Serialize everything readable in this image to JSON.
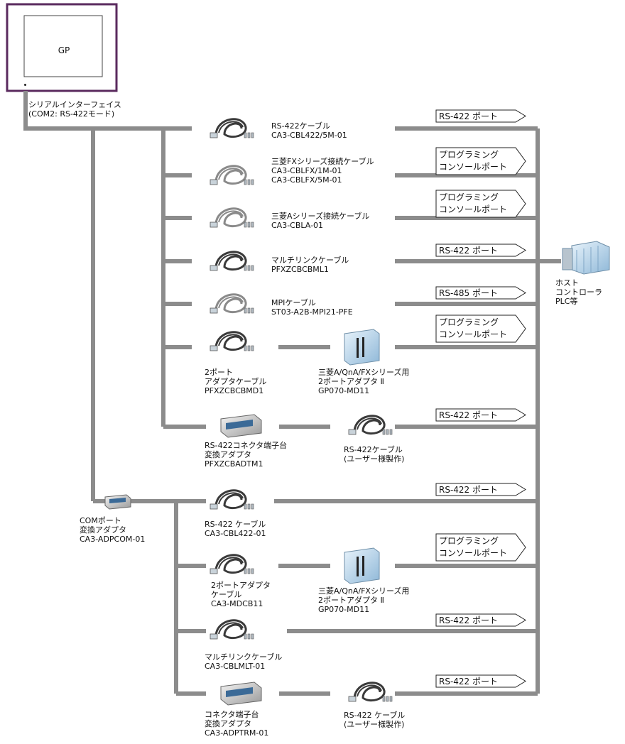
{
  "gp": {
    "label": "GP"
  },
  "interface_label": [
    "シリアルインターフェイス",
    "(COM2: RS-422モード)"
  ],
  "host": {
    "label": [
      "ホスト",
      "コントローラ",
      "PLC等"
    ]
  },
  "cables": {
    "rs422_cbl_5m": [
      "RS-422ケーブル",
      "CA3-CBL422/5M-01"
    ],
    "mitsubishi_fx": [
      "三菱FXシリーズ接続ケーブル",
      "CA3-CBLFX/1M-01",
      "CA3-CBLFX/5M-01"
    ],
    "mitsubishi_a": [
      "三菱Aシリーズ接続ケーブル",
      "CA3-CBLA-01"
    ],
    "multilink": [
      "マルチリンクケーブル",
      "PFXZCBCBML1"
    ],
    "mpi": [
      "MPIケーブル",
      "ST03-A2B-MPI21-PFE"
    ],
    "twoport_cable": [
      "2ポート",
      "アダプタケーブル",
      "PFXZCBCBMD1"
    ],
    "twoport_adapter_1": [
      "三菱A/QnA/FXシリーズ用",
      "2ポートアダプタ Ⅱ",
      "GP070-MD11"
    ],
    "rs422_terminal": [
      "RS-422コネクタ端子台",
      "変換アダプタ",
      "PFXZCBADTM1"
    ],
    "rs422_user_1": [
      "RS-422ケーブル",
      "(ユーザー様製作)"
    ],
    "com_adapter": [
      "COMポート",
      "変換アダプタ",
      "CA3-ADPCOM-01"
    ],
    "rs422_cbl_01": [
      "RS-422 ケーブル",
      "CA3-CBL422-01"
    ],
    "twoport_cable_2": [
      "2ポートアダプタ",
      "ケーブル",
      "CA3-MDCB11"
    ],
    "twoport_adapter_2": [
      "三菱A/QnA/FXシリーズ用",
      "2ポートアダプタ Ⅱ",
      "GP070-MD11"
    ],
    "multilink_2": [
      "マルチリンクケーブル",
      "CA3-CBLMLT-01"
    ],
    "terminal_adapter": [
      "コネクタ端子台",
      "変換アダプタ",
      "CA3-ADPTRM-01"
    ],
    "rs422_user_2": [
      "RS-422 ケーブル",
      "(ユーザー様製作)"
    ]
  },
  "ports": {
    "rs422": "RS-422 ポート",
    "rs485": "RS-485 ポート",
    "programming": [
      "プログラミング",
      "コンソールポート"
    ]
  },
  "colors": {
    "line": "#8c8c8c",
    "gp_frame": "#5a2a5e",
    "port_stroke": "#222222"
  }
}
